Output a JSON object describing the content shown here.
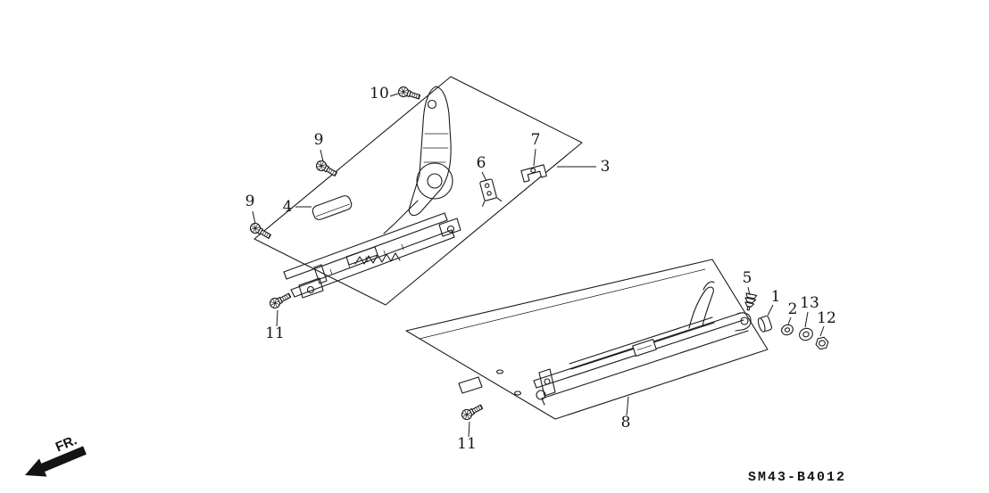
{
  "diagram": {
    "code": "SM43-B4012",
    "fr_label": "FR."
  },
  "callouts": {
    "c1": "1",
    "c2": "2",
    "c3": "3",
    "c4": "4",
    "c5": "5",
    "c6": "6",
    "c7": "7",
    "c8": "8",
    "c9a": "9",
    "c9b": "9",
    "c10": "10",
    "c11a": "11",
    "c11b": "11",
    "c12": "12",
    "c13": "13"
  }
}
